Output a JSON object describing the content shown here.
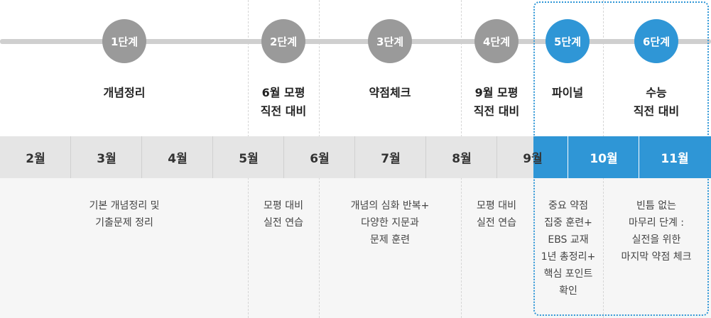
{
  "stages": [
    {
      "label": "1단계",
      "title": "개념정리"
    },
    {
      "label": "2단계",
      "title": "6월 모평\n직전 대비"
    },
    {
      "label": "3단계",
      "title": "약점체크"
    },
    {
      "label": "4단계",
      "title": "9월 모평\n직전 대비"
    },
    {
      "label": "5단계",
      "title": "파이널"
    },
    {
      "label": "6단계",
      "title": "수능\n직전 대비"
    }
  ],
  "months": [
    "2월",
    "3월",
    "4월",
    "5월",
    "6월",
    "7월",
    "8월",
    "9월",
    "10월",
    "11월"
  ],
  "descriptions": [
    "기본 개념정리 및\n기출문제 정리",
    "모평 대비\n실전 연습",
    "개념의 심화 반복+\n다양한 지문과\n문제 훈련",
    "모평 대비\n실전 연습",
    "중요 약점\n집중 훈련+\nEBS 교재\n1년 총정리+\n핵심 포인트\n확인",
    "빈틈 없는\n마무리 단계 :\n실전을 위한\n마지막 약점 체크"
  ],
  "colors": {
    "accent": "#2f96d6",
    "inactive": "#9a9a9a"
  }
}
